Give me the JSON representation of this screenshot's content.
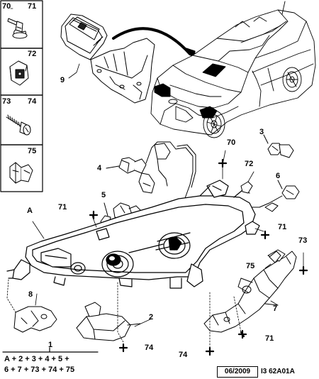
{
  "sidebar": {
    "cells": [
      {
        "num": "70",
        "num2": "71"
      },
      {
        "num": "72"
      },
      {
        "num": "73",
        "num2": "74"
      },
      {
        "num": "75"
      }
    ]
  },
  "callouts": {
    "c9": "9",
    "c70": "70",
    "c3": "3",
    "c4": "4",
    "c72": "72",
    "c6": "6",
    "c5": "5",
    "cA": "A",
    "c71a": "71",
    "c71b": "71",
    "c73": "73",
    "c75": "75",
    "c7": "7",
    "c8": "8",
    "c2": "2",
    "c71c": "71",
    "c74a": "74",
    "c74b": "74",
    "c1": "1"
  },
  "formula": {
    "line1": "A + 2 + 3 + 4 + 5 +",
    "line2": "6 + 7 + 73 + 74 + 75"
  },
  "footer": {
    "date": "06/2009",
    "ref": "I3 62A01A"
  }
}
